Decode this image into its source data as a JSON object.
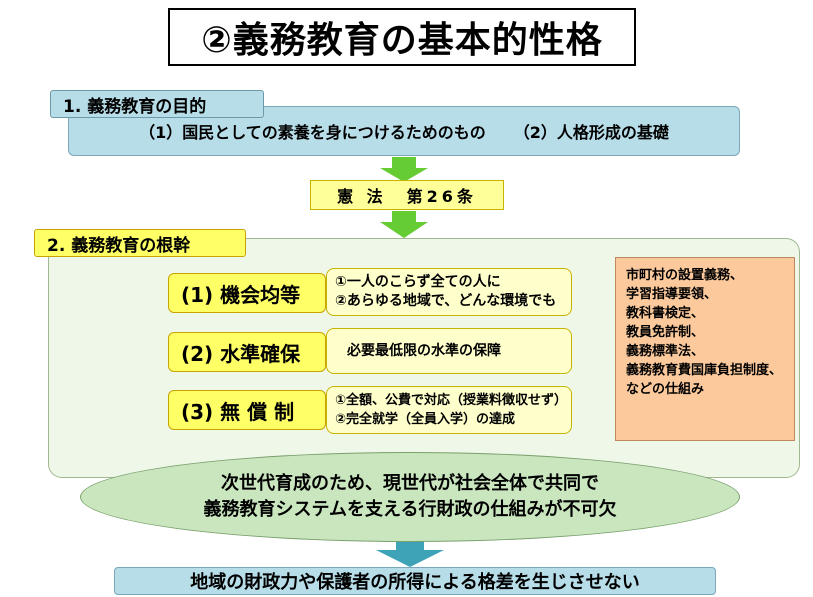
{
  "title": "②義務教育の基本的性格",
  "purpose": {
    "tab_label": "1. 義務教育の目的",
    "item1": "（1）国民としての素養を身につけるためのもの",
    "item2": "（2）人格形成の基礎"
  },
  "law": "憲 法　第26条",
  "foundation": {
    "tab_label": "2. 義務教育の根幹",
    "pillars": [
      {
        "label": "(1) 機会均等",
        "lines": [
          "①一人のこらず全ての人に",
          "②あらゆる地域で、どんな環境でも"
        ]
      },
      {
        "label": "(2) 水準確保",
        "lines": [
          "必要最低限の水準の保障"
        ]
      },
      {
        "label": "(3) 無 償 制",
        "lines": [
          "①全額、公費で対応（授業料徴収せず）",
          "②完全就学（全員入学）の達成"
        ]
      }
    ],
    "systems": [
      "市町村の設置義務、",
      "学習指導要領、",
      "教科書検定、",
      "教員免許制、",
      "義務標準法、",
      "義務教育費国庫負担制度、",
      "などの仕組み"
    ]
  },
  "conclusion": {
    "line1": "次世代育成のため、現世代が社会全体で共同で",
    "line2": "義務教育システムを支える行財政の仕組みが不可欠"
  },
  "bottom": "地域の財政力や保護者の所得による格差を生じさせない",
  "colors": {
    "blue_panel": "#b7dde8",
    "yellow": "#ffff66",
    "light_yellow": "#ffffcc",
    "green_panel": "#eef7e8",
    "ellipse": "#c9e6bf",
    "orange": "#fbc99c",
    "arrow_green": "#66cc33",
    "arrow_teal": "#3fa3b8",
    "double_arrow": "#8a96d8"
  }
}
